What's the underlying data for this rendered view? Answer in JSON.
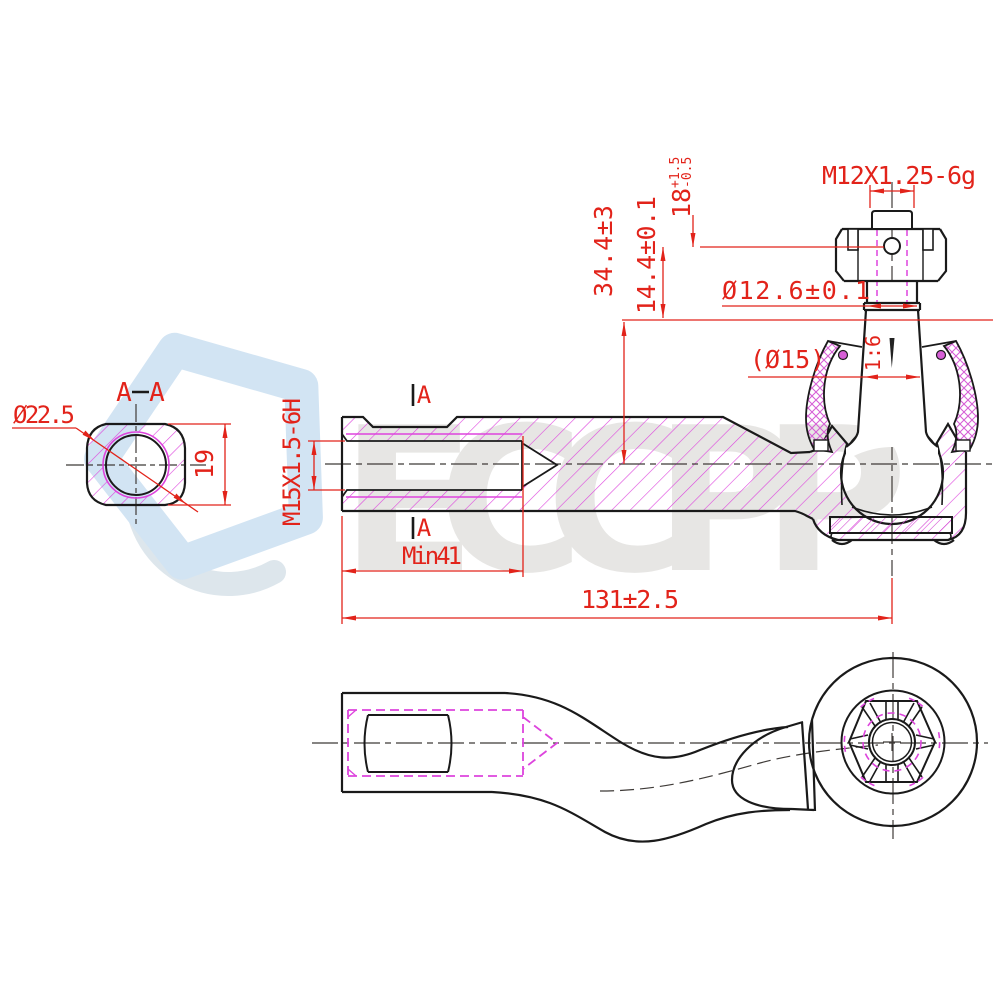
{
  "drawing": {
    "type": "technical-drawing",
    "part": "outer tie rod end cross-section and bottom view",
    "brand_watermark": "ECCPP",
    "labels": {
      "thread_top": "M12X1.25-6g",
      "stud_dia": "Ø12.6±0.1",
      "taper_dia_ref": "(Ø15)",
      "taper_ratio": "1:6",
      "dim_34_4": "34.4±3",
      "dim_14_4": "14.4±0.1",
      "dim_18": "18",
      "dim_18_tol_plus": "+1.5",
      "dim_18_tol_minus": "-0.5",
      "outer_dia": "Ø22.5",
      "section_width": "19",
      "bore_thread": "M15X1.5-6H",
      "section_marker": "A",
      "min_thread_depth": "Min41",
      "overall_length": "131±2.5"
    },
    "colors": {
      "dimension_red": "#e2231a",
      "hatch_magenta": "#dd44dd",
      "boot_magenta": "#d65fd6",
      "outline_black": "#1a1a1a",
      "centerline_dark": "#3f3b38",
      "watermark_blue": "#d2e4f3",
      "watermark_gray": "#e7e6e4"
    }
  }
}
